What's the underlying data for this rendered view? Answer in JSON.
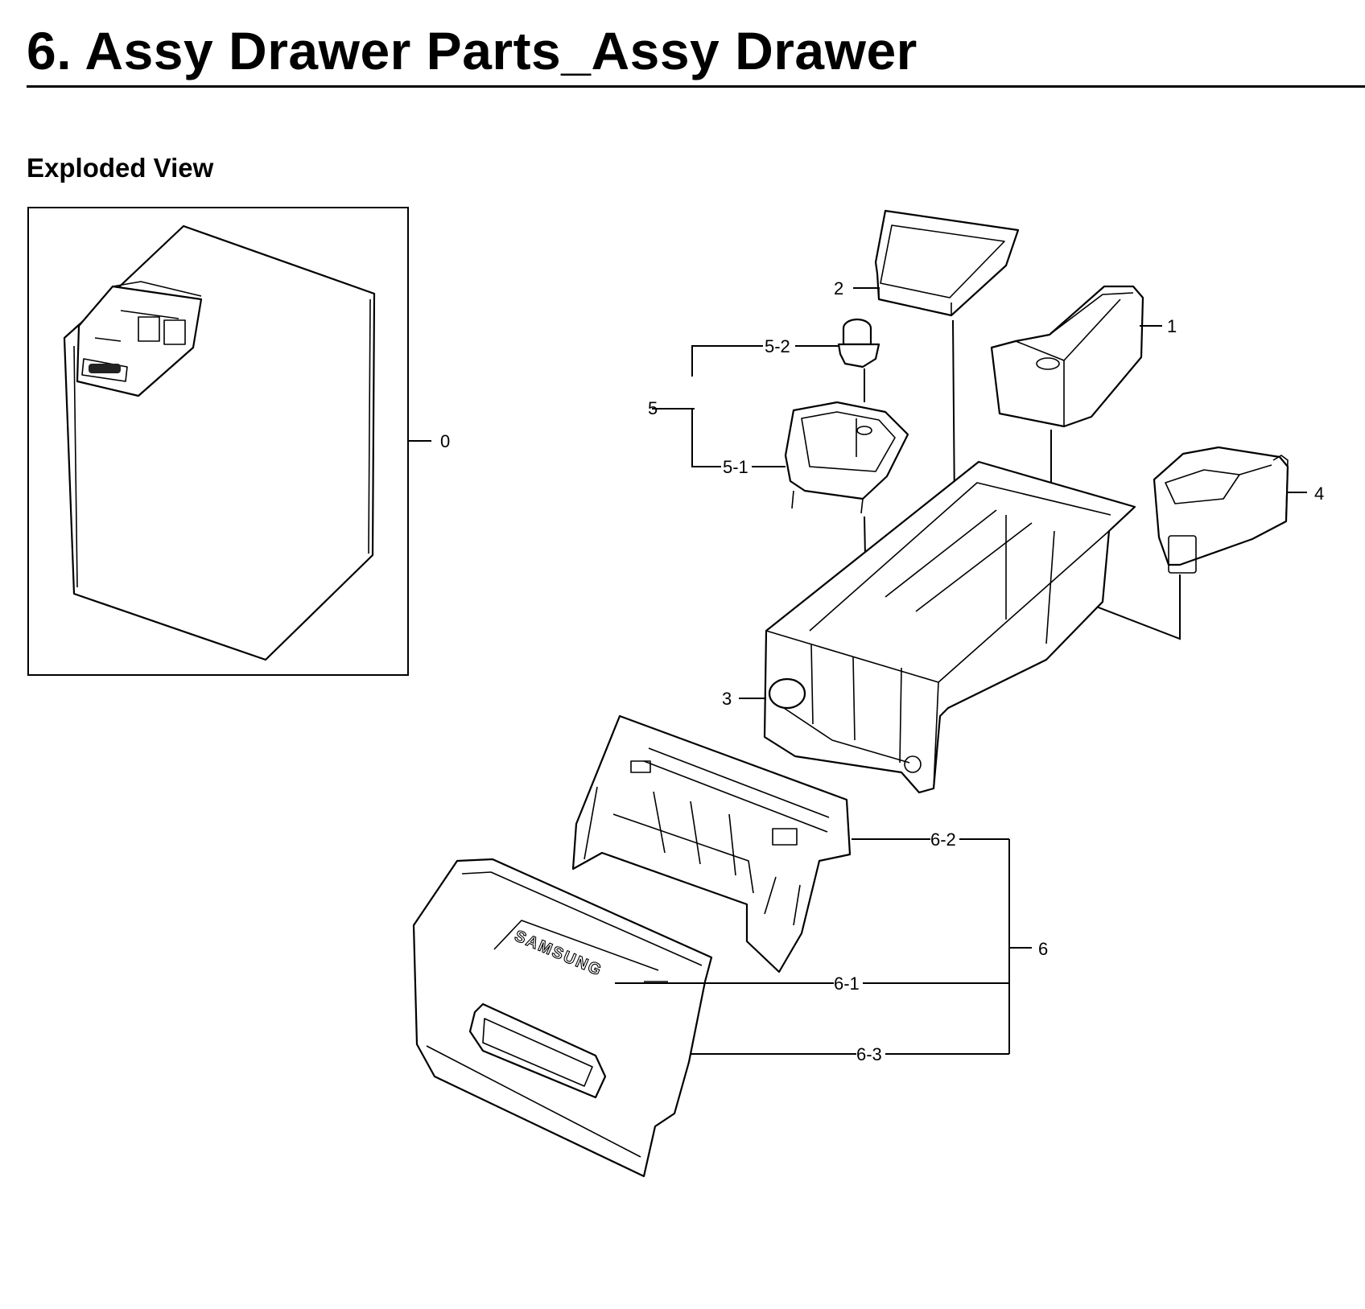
{
  "header": {
    "title": "6.  Assy Drawer Parts_Assy Drawer",
    "section": "Exploded View"
  },
  "diagram": {
    "brand_on_panel": "SAMSUNG",
    "callouts": [
      {
        "id": "c0",
        "label": "0"
      },
      {
        "id": "c1",
        "label": "1"
      },
      {
        "id": "c2",
        "label": "2"
      },
      {
        "id": "c3",
        "label": "3"
      },
      {
        "id": "c4",
        "label": "4"
      },
      {
        "id": "c5",
        "label": "5"
      },
      {
        "id": "c5-1",
        "label": "5-1"
      },
      {
        "id": "c5-2",
        "label": "5-2"
      },
      {
        "id": "c6",
        "label": "6"
      },
      {
        "id": "c6-1",
        "label": "6-1"
      },
      {
        "id": "c6-2",
        "label": "6-2"
      },
      {
        "id": "c6-3",
        "label": "6-3"
      }
    ]
  }
}
